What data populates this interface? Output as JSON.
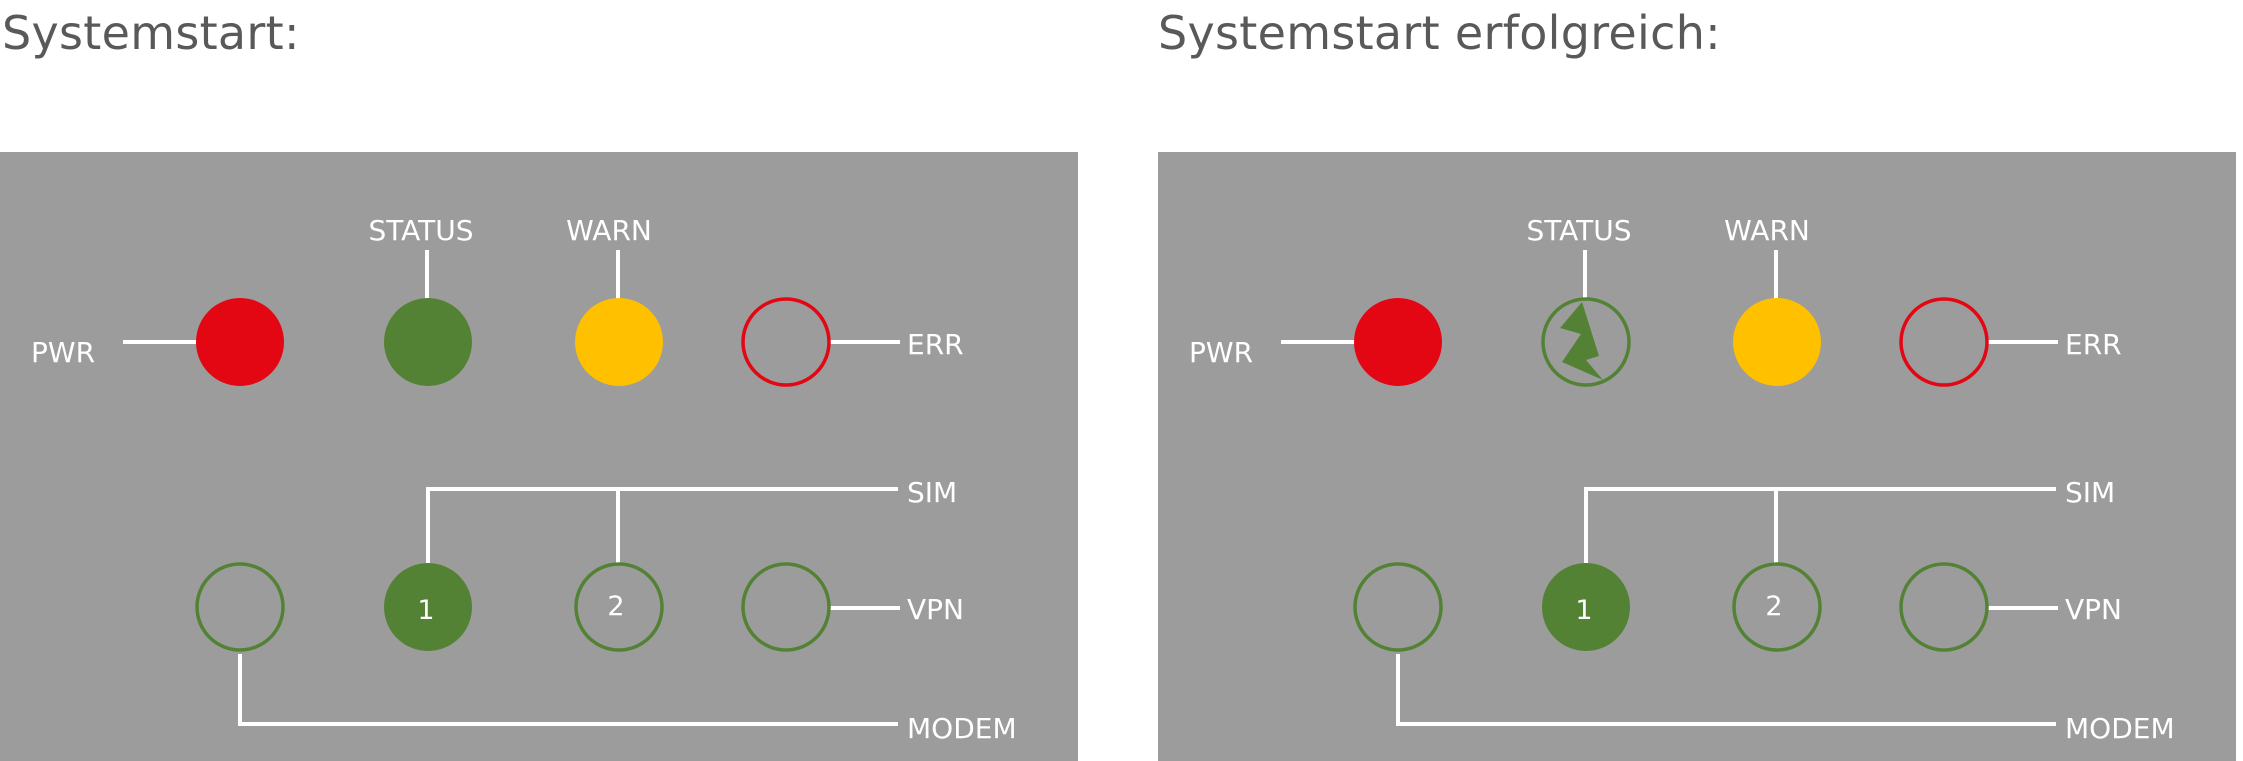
{
  "left": {
    "title": "Systemstart:",
    "labels": {
      "status": "STATUS",
      "warn": "WARN",
      "pwr": "PWR",
      "err": "ERR",
      "sim": "SIM",
      "vpn": "VPN",
      "modem": "MODEM"
    },
    "sim_numbers": [
      "1",
      "2"
    ],
    "status_led": "solid",
    "icon": ""
  },
  "right": {
    "title": "Systemstart erfolgreich:",
    "labels": {
      "status": "STATUS",
      "warn": "WARN",
      "pwr": "PWR",
      "err": "ERR",
      "sim": "SIM",
      "vpn": "VPN",
      "modem": "MODEM"
    },
    "sim_numbers": [
      "1",
      "2"
    ],
    "status_led": "flashing",
    "icon": "lightning-icon"
  },
  "colors": {
    "panel": "#9c9c9c",
    "red": "#e30613",
    "green": "#548235",
    "yellow": "#ffc000",
    "wire": "#ffffff"
  }
}
